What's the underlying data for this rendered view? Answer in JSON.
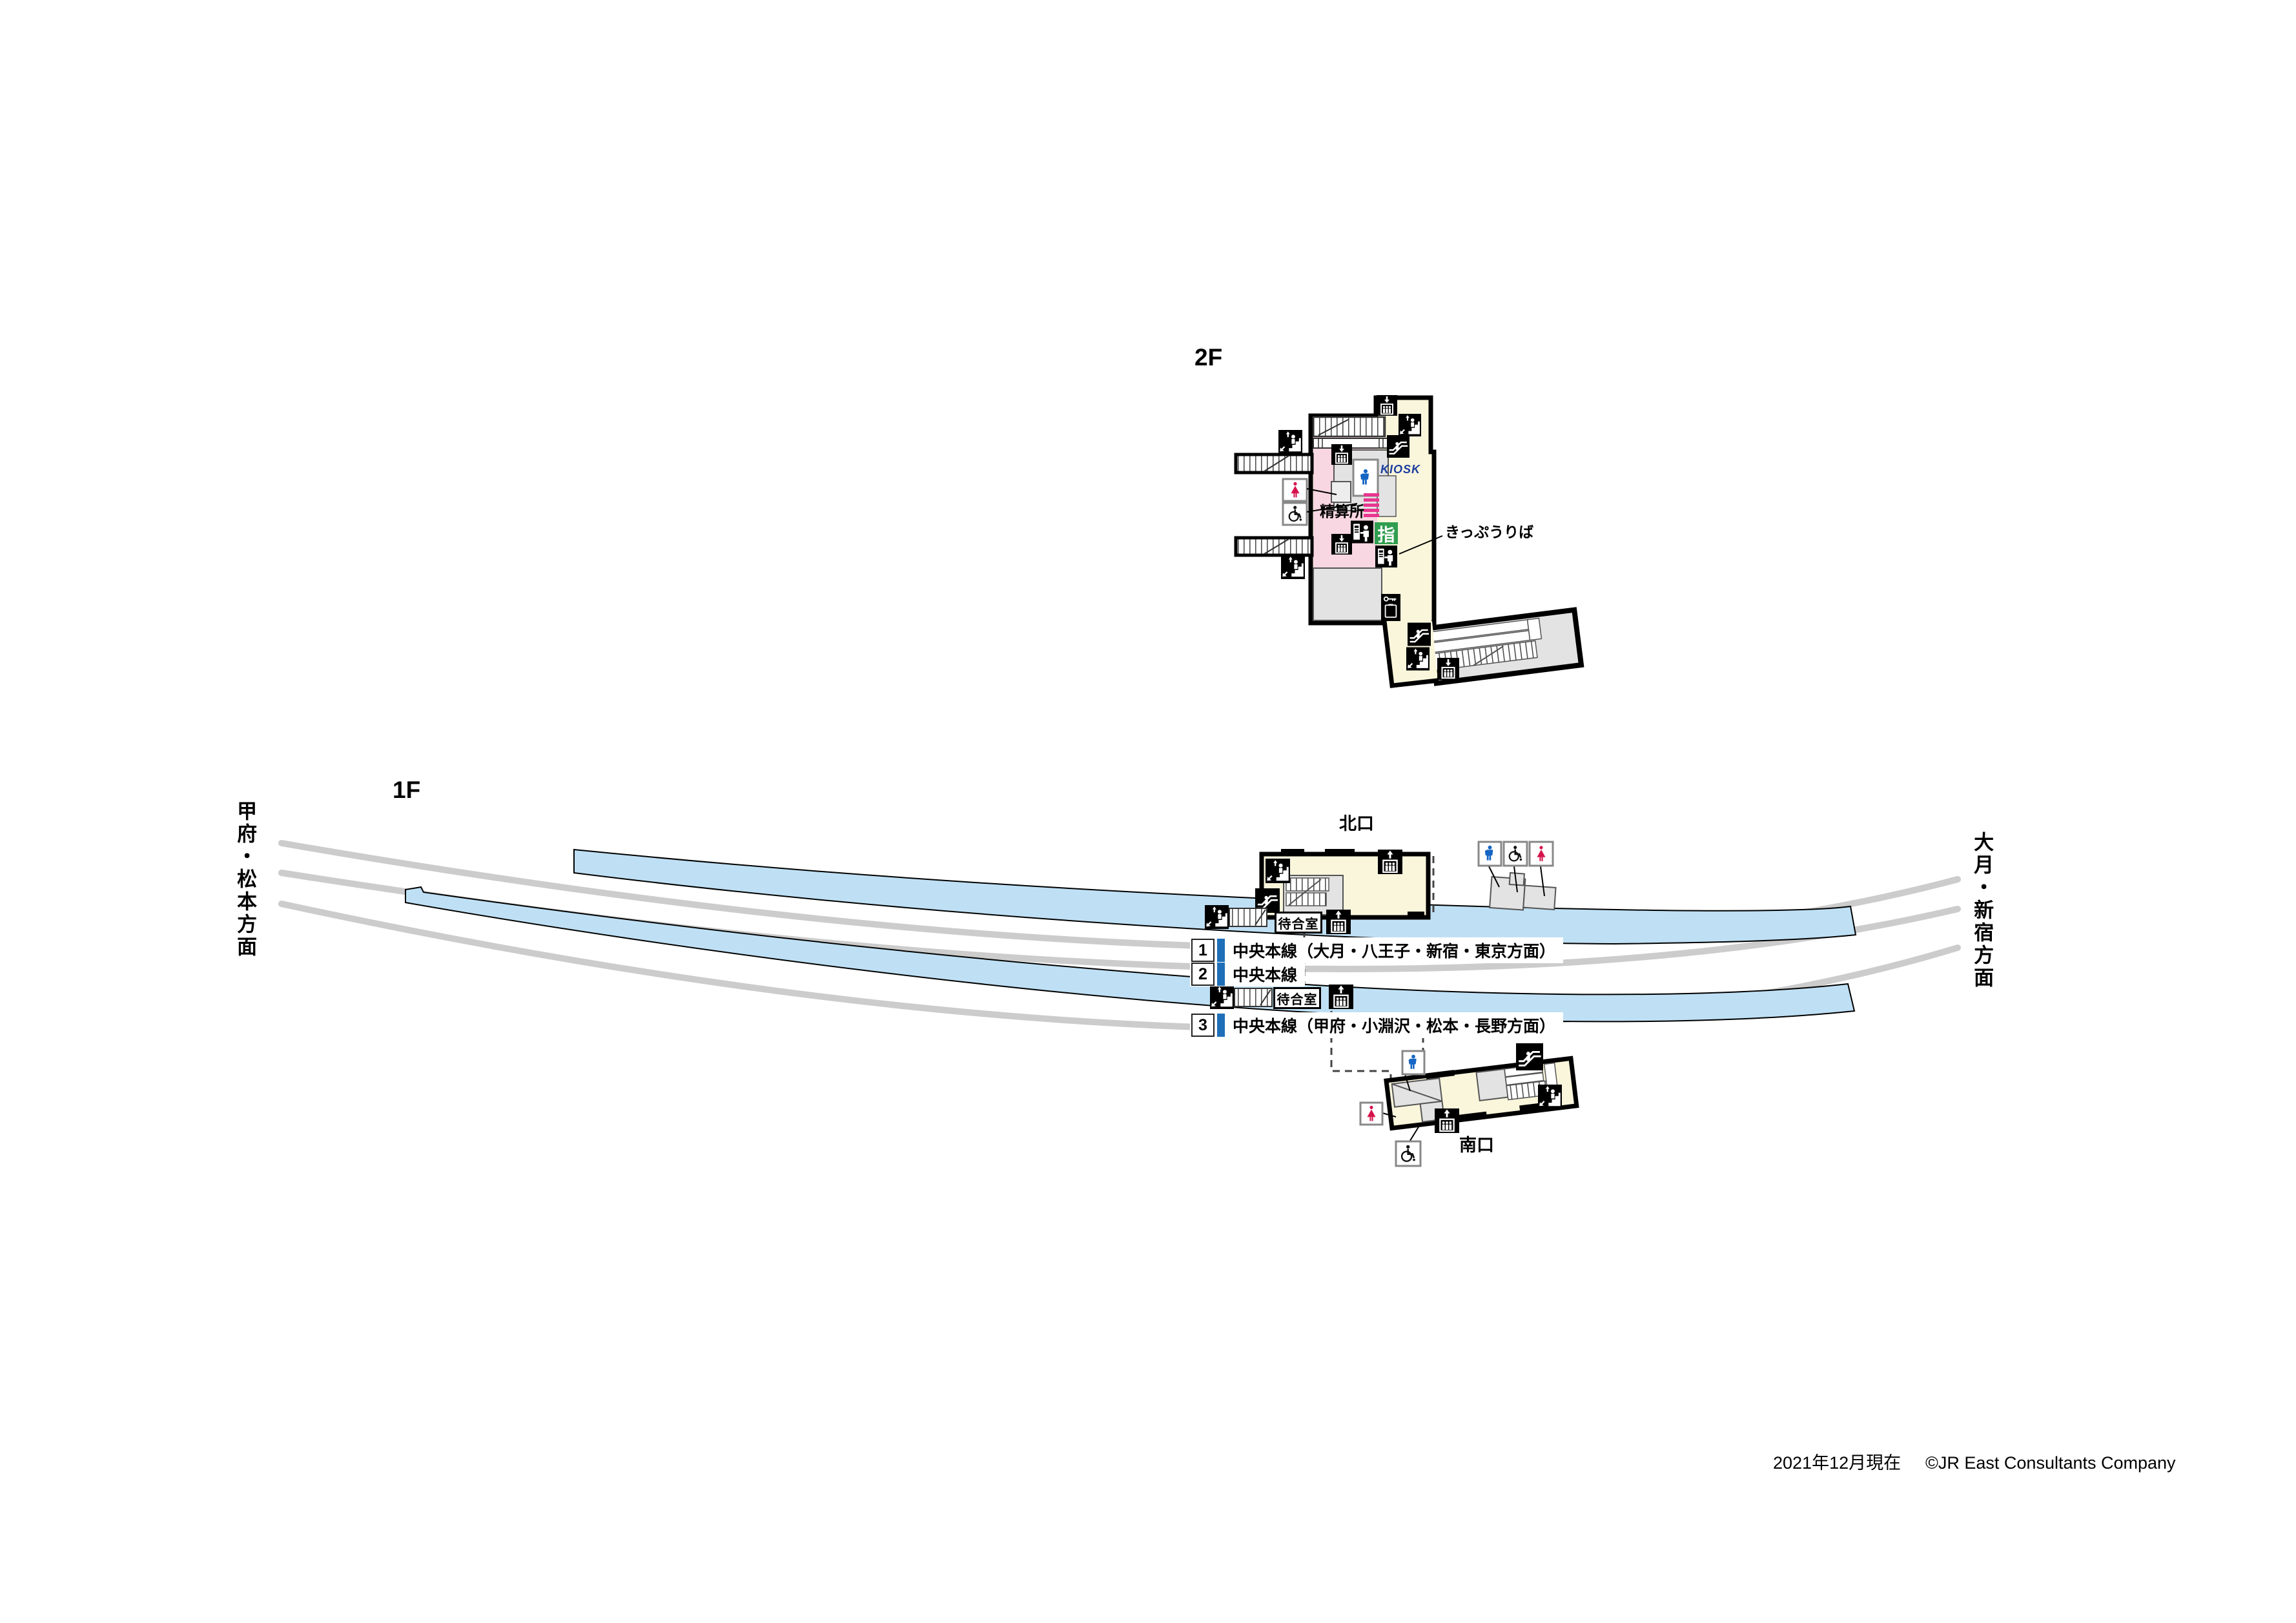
{
  "floors": {
    "f2": "2F",
    "f1": "1F"
  },
  "directions": {
    "left": "甲府・松本方面",
    "right": "大月・新宿方面"
  },
  "exits": {
    "north": "北口",
    "south": "南口"
  },
  "facilities": {
    "fare_adjustment": "精算所",
    "ticket_office": "きっぷうりば",
    "kiosk": "KIOSK",
    "reserved_seat": "指",
    "waiting_room": "待合室"
  },
  "platforms": [
    {
      "number": "1",
      "line": "中央本線（大月・八王子・新宿・東京方面）"
    },
    {
      "number": "2",
      "line": "中央本線"
    },
    {
      "number": "3",
      "line": "中央本線（甲府・小淵沢・松本・長野方面）"
    }
  ],
  "footer": {
    "as_of": "2021年12月現在",
    "copyright": "©JR East Consultants Company"
  },
  "icons": [
    "elevator-up-icon",
    "elevator-down-icon",
    "stairs-icon",
    "escalator-icon",
    "mens-toilet-icon",
    "womens-toilet-icon",
    "wheelchair-icon",
    "ticket-machine-icon",
    "coin-locker-icon",
    "ticket-gate",
    "reserved-seat-sign"
  ],
  "colors": {
    "platform_blue": "#bfe0f4",
    "track_gray": "#cccccc",
    "free_area_cream": "#faf6dc",
    "paid_area_pink": "#f8d6e2",
    "gate_magenta": "#e8368f",
    "mens_blue": "#1565c4",
    "womens_red": "#d6134b",
    "reserved_green": "#2f9e4f",
    "kiosk_blue": "#1d3e9e",
    "platform_bar_blue": "#1f6fb8"
  }
}
